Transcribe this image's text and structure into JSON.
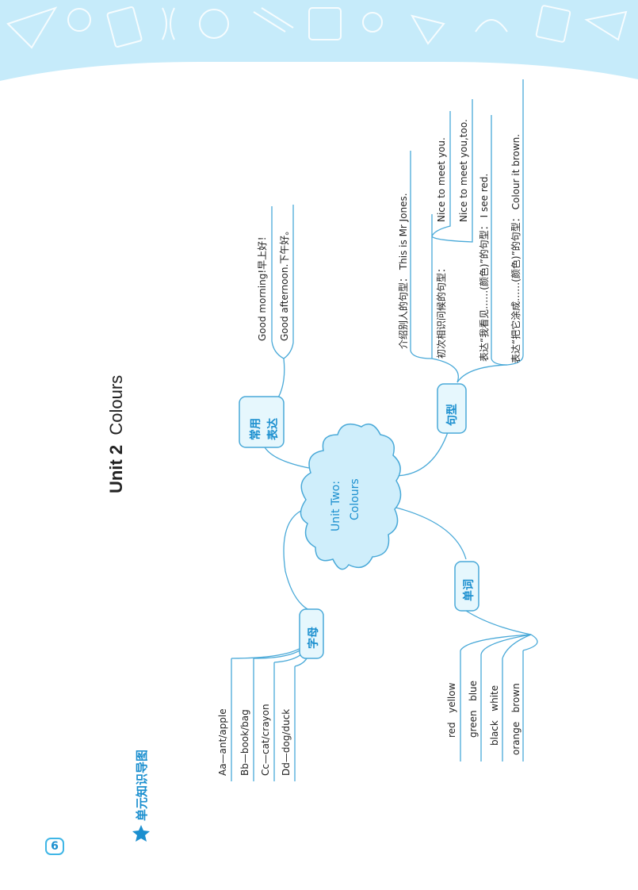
{
  "page_number": "6",
  "section_title": "单元知识导图",
  "unit_number": "Unit 2",
  "unit_name": "Colours",
  "center": {
    "line1": "Unit Two:",
    "line2": "Colours"
  },
  "branches": {
    "expressions": {
      "label_line1": "常用",
      "label_line2": "表达",
      "items": [
        "Good morning!早上好！",
        "Good afternoon.下午好。"
      ]
    },
    "sentences": {
      "label": "句型",
      "intro": "介绍别人的句型：",
      "intro_example": "This is Mr Jones.",
      "first_meet": "初次相识问候的句型：",
      "first_meet_items": [
        "Nice to meet you.",
        "Nice to meet you,too."
      ],
      "see": "表达“我看见……(颜色)”的句型：",
      "see_example": "I see red.",
      "colour": "表达“把它涂成……(颜色)”的句型：",
      "colour_example": "Colour it brown."
    },
    "letters": {
      "label": "字母",
      "items": [
        "Aa—ant/apple",
        "Bb—book/bag",
        "Cc—cat/crayon",
        "Dd—dog/duck"
      ]
    },
    "words": {
      "label": "单词",
      "items": [
        "red   yellow",
        "green   blue",
        "black   white",
        "orange   brown"
      ]
    }
  },
  "colors": {
    "accent": "#1b8fcf",
    "line": "#49a9d8",
    "cloud_fill": "#cfeefb",
    "banner": "#c6ebfa"
  }
}
